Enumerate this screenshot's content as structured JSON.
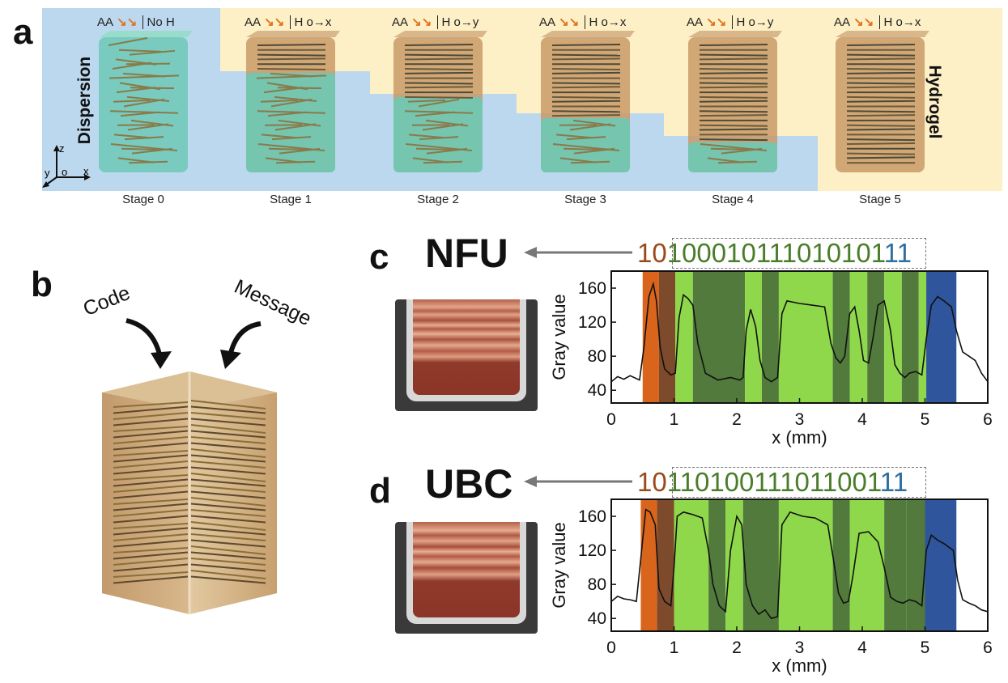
{
  "panel_a": {
    "letter": "a",
    "left_label": "Dispersion",
    "right_label": "Hydrogel",
    "axes": {
      "z": "z",
      "y": "y",
      "o": "o",
      "x": "x"
    },
    "stages": [
      {
        "label": "Stage 0",
        "prefix": "AA",
        "condition": "No H"
      },
      {
        "label": "Stage 1",
        "prefix": "AA",
        "condition": "H o→x"
      },
      {
        "label": "Stage 2",
        "prefix": "AA",
        "condition": "H o→y"
      },
      {
        "label": "Stage 3",
        "prefix": "AA",
        "condition": "H o→x"
      },
      {
        "label": "Stage 4",
        "prefix": "AA",
        "condition": "H o→y"
      },
      {
        "label": "Stage 5",
        "prefix": "AA",
        "condition": "H o→x"
      }
    ],
    "colors": {
      "dispersion": "#bcd8ee",
      "hydrogel": "#fdefc6",
      "liquid": "#6cc9b5",
      "gel": "#c99a66"
    }
  },
  "panel_b": {
    "letter": "b",
    "code_label": "Code",
    "message_label": "Message"
  },
  "panel_c": {
    "letter": "c",
    "word": "NFU",
    "code_prefix": "10",
    "code_body": "100010111010101",
    "code_suffix": "1",
    "code_end": "1",
    "xlabel": "x (mm)",
    "ylabel": "Gray value"
  },
  "panel_d": {
    "letter": "d",
    "word": "UBC",
    "code_prefix": "10",
    "code_body": "110100111011001",
    "code_suffix": "1",
    "code_end": "1",
    "xlabel": "x (mm)",
    "ylabel": "Gray value"
  },
  "code_colors": {
    "prefix": "#9a4a1a",
    "body": "#4a7d2a",
    "suffix": "#2e6fa0"
  },
  "chart_data": [
    {
      "type": "line",
      "xlabel": "x (mm)",
      "ylabel": "Gray value",
      "xlim": [
        0,
        6
      ],
      "ylim": [
        25,
        180
      ],
      "xticks": [
        0,
        1,
        2,
        3,
        4,
        5,
        6
      ],
      "yticks": [
        40,
        80,
        120,
        160
      ],
      "bands": [
        {
          "x0": 0.5,
          "x1": 0.76,
          "color": "#d9651c"
        },
        {
          "x0": 0.76,
          "x1": 1.02,
          "color": "#7d4a2c"
        },
        {
          "x0": 1.02,
          "x1": 1.3,
          "color": "#8fd84c"
        },
        {
          "x0": 1.3,
          "x1": 2.13,
          "color": "#517a3c"
        },
        {
          "x0": 2.13,
          "x1": 2.4,
          "color": "#8fd84c"
        },
        {
          "x0": 2.4,
          "x1": 2.67,
          "color": "#517a3c"
        },
        {
          "x0": 2.67,
          "x1": 3.53,
          "color": "#8fd84c"
        },
        {
          "x0": 3.53,
          "x1": 3.8,
          "color": "#517a3c"
        },
        {
          "x0": 3.8,
          "x1": 4.08,
          "color": "#8fd84c"
        },
        {
          "x0": 4.08,
          "x1": 4.35,
          "color": "#517a3c"
        },
        {
          "x0": 4.35,
          "x1": 4.63,
          "color": "#8fd84c"
        },
        {
          "x0": 4.63,
          "x1": 4.9,
          "color": "#517a3c"
        },
        {
          "x0": 4.9,
          "x1": 5.02,
          "color": "#8fd84c"
        },
        {
          "x0": 5.02,
          "x1": 5.5,
          "color": "#2f559c"
        }
      ],
      "series": [
        {
          "x": [
            0,
            0.1,
            0.2,
            0.3,
            0.45,
            0.52,
            0.6,
            0.67,
            0.72,
            0.78,
            0.85,
            0.95,
            1.02,
            1.08,
            1.15,
            1.22,
            1.3,
            1.38,
            1.5,
            1.7,
            1.9,
            2.05,
            2.1,
            2.15,
            2.22,
            2.3,
            2.37,
            2.45,
            2.55,
            2.65,
            2.72,
            2.8,
            3.0,
            3.2,
            3.4,
            3.5,
            3.58,
            3.65,
            3.72,
            3.8,
            3.88,
            3.95,
            4.02,
            4.1,
            4.18,
            4.25,
            4.35,
            4.45,
            4.52,
            4.6,
            4.68,
            4.75,
            4.85,
            4.95,
            5.02,
            5.1,
            5.2,
            5.3,
            5.42,
            5.5,
            5.6,
            5.7,
            5.8,
            5.9,
            6.0
          ],
          "y": [
            50,
            56,
            53,
            57,
            52,
            90,
            150,
            165,
            145,
            90,
            65,
            58,
            60,
            125,
            152,
            148,
            140,
            95,
            60,
            52,
            55,
            52,
            55,
            110,
            135,
            115,
            75,
            55,
            50,
            55,
            130,
            145,
            142,
            140,
            138,
            95,
            78,
            72,
            80,
            130,
            138,
            110,
            75,
            72,
            105,
            140,
            145,
            110,
            70,
            60,
            55,
            60,
            62,
            58,
            100,
            140,
            150,
            145,
            138,
            110,
            85,
            80,
            75,
            60,
            50
          ]
        }
      ]
    },
    {
      "type": "line",
      "xlabel": "x (mm)",
      "ylabel": "Gray value",
      "xlim": [
        0,
        6
      ],
      "ylim": [
        25,
        180
      ],
      "xticks": [
        0,
        1,
        2,
        3,
        4,
        5,
        6
      ],
      "yticks": [
        40,
        80,
        120,
        160
      ],
      "bands": [
        {
          "x0": 0.47,
          "x1": 0.73,
          "color": "#d9651c"
        },
        {
          "x0": 0.73,
          "x1": 1.0,
          "color": "#7d4a2c"
        },
        {
          "x0": 1.0,
          "x1": 1.55,
          "color": "#8fd84c"
        },
        {
          "x0": 1.55,
          "x1": 1.82,
          "color": "#517a3c"
        },
        {
          "x0": 1.82,
          "x1": 2.1,
          "color": "#8fd84c"
        },
        {
          "x0": 2.1,
          "x1": 2.4,
          "color": "#517a3c"
        },
        {
          "x0": 2.4,
          "x1": 2.67,
          "color": "#517a3c"
        },
        {
          "x0": 2.67,
          "x1": 3.53,
          "color": "#8fd84c"
        },
        {
          "x0": 3.53,
          "x1": 3.8,
          "color": "#517a3c"
        },
        {
          "x0": 3.8,
          "x1": 4.35,
          "color": "#8fd84c"
        },
        {
          "x0": 4.35,
          "x1": 4.7,
          "color": "#517a3c"
        },
        {
          "x0": 4.7,
          "x1": 5.0,
          "color": "#517a3c"
        },
        {
          "x0": 5.0,
          "x1": 5.5,
          "color": "#2f559c"
        }
      ],
      "series": [
        {
          "x": [
            0,
            0.1,
            0.2,
            0.3,
            0.4,
            0.47,
            0.55,
            0.62,
            0.7,
            0.76,
            0.85,
            0.95,
            1.0,
            1.05,
            1.15,
            1.3,
            1.45,
            1.55,
            1.62,
            1.72,
            1.82,
            1.9,
            2.0,
            2.08,
            2.15,
            2.25,
            2.35,
            2.45,
            2.55,
            2.65,
            2.72,
            2.85,
            3.05,
            3.25,
            3.45,
            3.55,
            3.62,
            3.7,
            3.78,
            3.85,
            3.95,
            4.1,
            4.25,
            4.35,
            4.45,
            4.55,
            4.65,
            4.75,
            4.85,
            4.95,
            5.02,
            5.1,
            5.2,
            5.3,
            5.45,
            5.52,
            5.6,
            5.7,
            5.8,
            5.9,
            6.0
          ],
          "y": [
            60,
            66,
            63,
            62,
            60,
            110,
            168,
            165,
            150,
            75,
            60,
            55,
            100,
            160,
            165,
            162,
            158,
            120,
            80,
            55,
            48,
            120,
            160,
            150,
            80,
            55,
            45,
            50,
            40,
            42,
            150,
            165,
            160,
            158,
            150,
            105,
            70,
            58,
            60,
            90,
            140,
            142,
            130,
            100,
            65,
            60,
            58,
            62,
            60,
            55,
            120,
            138,
            132,
            128,
            120,
            85,
            62,
            58,
            55,
            50,
            48
          ]
        }
      ]
    }
  ]
}
